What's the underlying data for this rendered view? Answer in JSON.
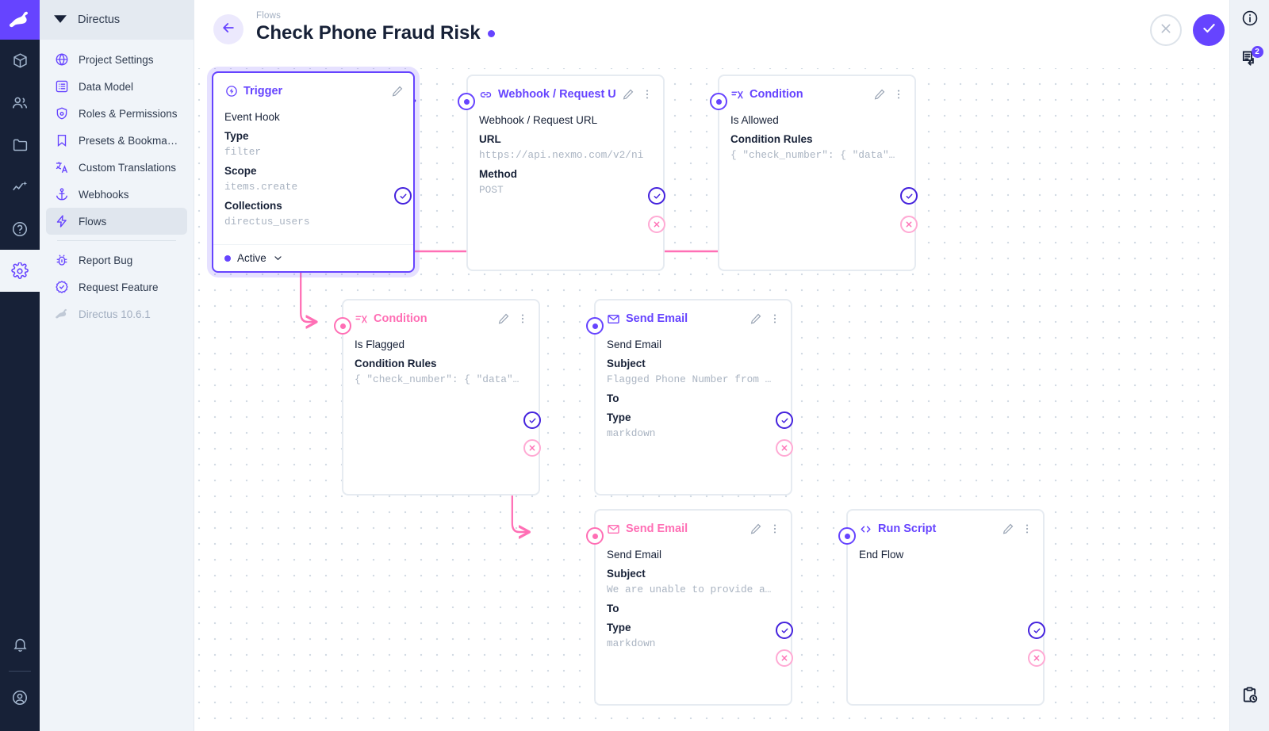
{
  "rail": {
    "logo_icon": "directus-rabbit-logo",
    "items": [
      {
        "name": "content",
        "icon": "box-icon"
      },
      {
        "name": "users",
        "icon": "people-icon"
      },
      {
        "name": "files",
        "icon": "folder-icon"
      },
      {
        "name": "insights",
        "icon": "chart-line-icon"
      },
      {
        "name": "docs",
        "icon": "help-circle-icon"
      },
      {
        "name": "settings",
        "icon": "gear-icon",
        "active": true
      }
    ],
    "bottom": [
      {
        "name": "notifications",
        "icon": "bell-icon"
      },
      {
        "name": "account",
        "icon": "user-circle-icon"
      }
    ]
  },
  "nav": {
    "header_title": "Directus",
    "header_icon": "directus-diamond-icon",
    "items": [
      {
        "label": "Project Settings",
        "icon": "globe-icon"
      },
      {
        "label": "Data Model",
        "icon": "list-box-icon"
      },
      {
        "label": "Roles & Permissions",
        "icon": "shield-lock-icon"
      },
      {
        "label": "Presets & Bookmar…",
        "icon": "bookmark-icon"
      },
      {
        "label": "Custom Translations",
        "icon": "translate-icon"
      },
      {
        "label": "Webhooks",
        "icon": "anchor-icon"
      },
      {
        "label": "Flows",
        "icon": "bolt-icon",
        "active": true
      }
    ],
    "footer_items": [
      {
        "label": "Report Bug",
        "icon": "bug-icon"
      },
      {
        "label": "Request Feature",
        "icon": "badge-check-icon"
      },
      {
        "label": "Directus 10.6.1",
        "icon": "rabbit-icon",
        "muted": true
      }
    ]
  },
  "header": {
    "back_icon": "arrow-left-icon",
    "breadcrumb": "Flows",
    "title": "Check Phone Fraud Risk",
    "status_dot_color": "#6644ff",
    "cancel_icon": "close-icon",
    "save_icon": "check-icon"
  },
  "rightbar": {
    "info_icon": "info-circle-icon",
    "revisions_icon": "revisions-icon",
    "revisions_badge": "2",
    "logs_icon": "clipboard-clock-icon"
  },
  "flow": {
    "nodes": [
      {
        "id": "trigger",
        "title": "Trigger",
        "icon": "trigger-bolt-circle-icon",
        "accent": "#6644ff",
        "selected": true,
        "fields": [
          {
            "label": "Event Hook",
            "bold": false
          },
          {
            "label": "Type",
            "value": "filter"
          },
          {
            "label": "Scope",
            "value": "items.create"
          },
          {
            "label": "Collections",
            "value": "directus_users"
          }
        ],
        "footer": {
          "status": "Active",
          "chevron": "chevron-down-icon"
        }
      },
      {
        "id": "webhook",
        "title": "Webhook / Request U",
        "icon": "link-icon",
        "accent": "#6644ff",
        "fields": [
          {
            "label": "Webhook / Request URL",
            "bold": false
          },
          {
            "label": "URL",
            "value": "https://api.nexmo.com/v2/ni"
          },
          {
            "label": "Method",
            "value": "POST"
          }
        ]
      },
      {
        "id": "condition-allowed",
        "title": "Condition",
        "icon": "condition-icon",
        "accent": "#6644ff",
        "fields": [
          {
            "label": "Is Allowed",
            "bold": false
          },
          {
            "label": "Condition Rules",
            "value": "{ \"check_number\": { \"data\"…"
          }
        ]
      },
      {
        "id": "condition-flagged",
        "title": "Condition",
        "icon": "condition-icon",
        "accent": "#ff6fb5",
        "fields": [
          {
            "label": "Is Flagged",
            "bold": false
          },
          {
            "label": "Condition Rules",
            "value": "{ \"check_number\": { \"data\"…"
          }
        ]
      },
      {
        "id": "send-email-flagged",
        "title": "Send Email",
        "icon": "envelope-icon",
        "accent": "#6644ff",
        "fields": [
          {
            "label": "Send Email",
            "bold": false
          },
          {
            "label": "Subject",
            "value": "Flagged Phone Number from …"
          },
          {
            "label": "To",
            "value": ""
          },
          {
            "label": "Type",
            "value": "markdown"
          }
        ]
      },
      {
        "id": "send-email-unable",
        "title": "Send Email",
        "icon": "envelope-icon",
        "accent": "#ff6fb5",
        "fields": [
          {
            "label": "Send Email",
            "bold": false
          },
          {
            "label": "Subject",
            "value": "We are unable to provide a…"
          },
          {
            "label": "To",
            "value": ""
          },
          {
            "label": "Type",
            "value": "markdown"
          }
        ]
      },
      {
        "id": "run-script",
        "title": "Run Script",
        "icon": "code-brackets-icon",
        "accent": "#6644ff",
        "fields": [
          {
            "label": "End Flow",
            "bold": false
          }
        ]
      }
    ]
  }
}
